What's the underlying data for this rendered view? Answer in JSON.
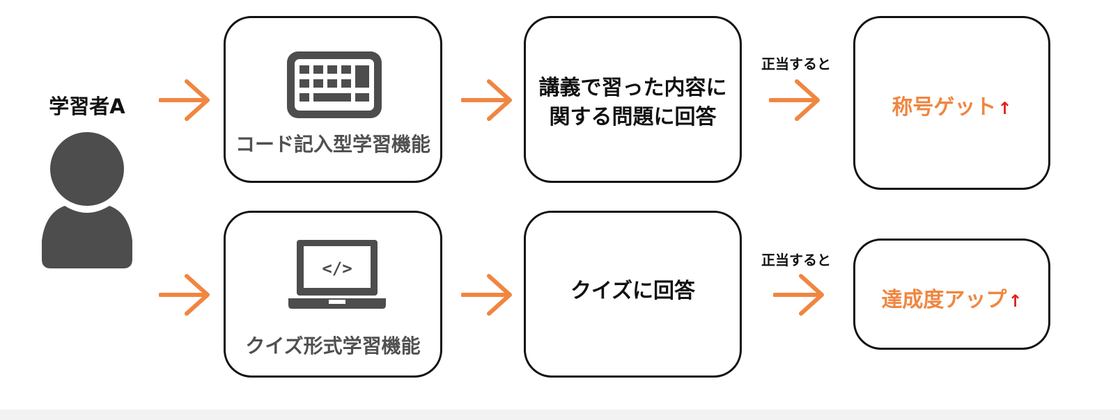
{
  "learner": {
    "label": "学習者A",
    "icon": "person-icon"
  },
  "flows": [
    {
      "feature": {
        "label": "コード記入型学習機能",
        "icon": "keyboard-icon"
      },
      "action": {
        "lines": [
          "講義で習った内容に",
          "関する問題に回答"
        ]
      },
      "condition": "正当すると",
      "result": {
        "label": "称号ゲット",
        "up_symbol": "↑"
      }
    },
    {
      "feature": {
        "label": "クイズ形式学習機能",
        "icon": "laptop-code-icon"
      },
      "action": {
        "lines": [
          "クイズに回答"
        ]
      },
      "condition": "正当すると",
      "result": {
        "label": "達成度アップ",
        "up_symbol": "↑"
      }
    }
  ],
  "colors": {
    "arrow": "#f08640",
    "result_text": "#f08640",
    "up_symbol": "#e0201b",
    "box_border": "#111111",
    "icon_fill": "#4d4d4d"
  }
}
